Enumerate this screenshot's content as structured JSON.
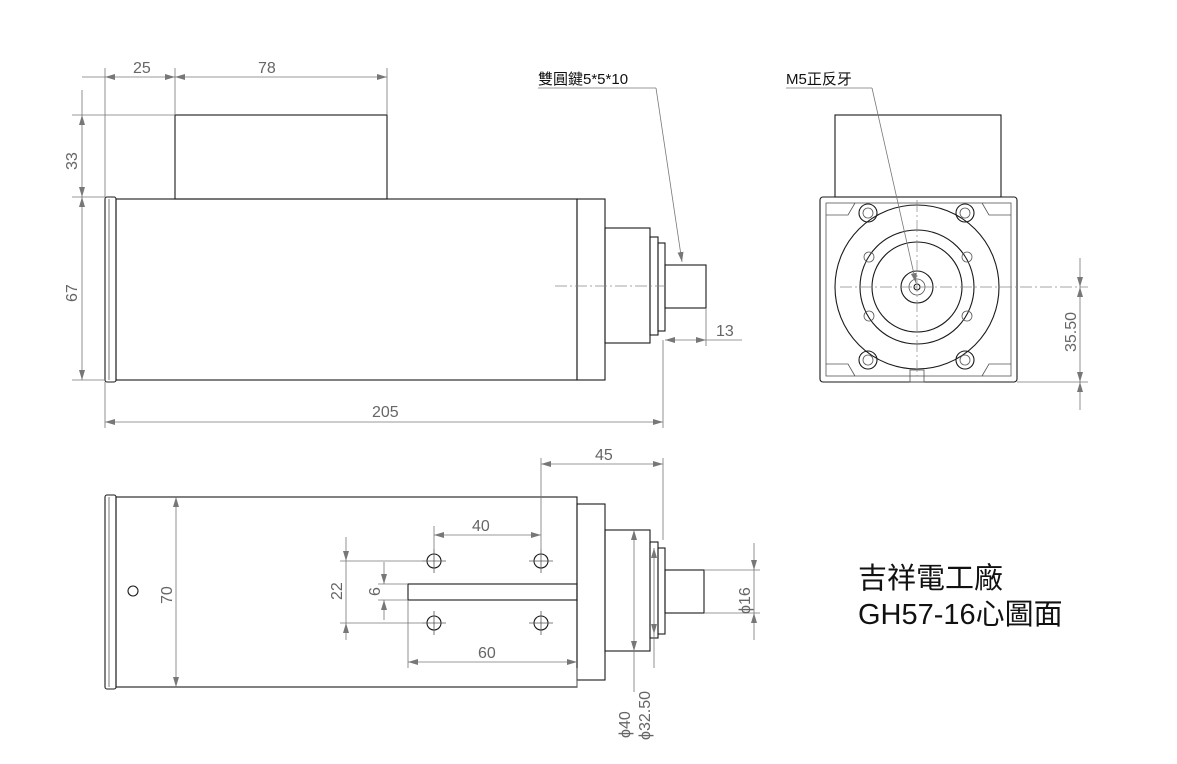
{
  "title": {
    "company": "吉祥電工廠",
    "model": "GH57-16心圖面"
  },
  "notes": {
    "key": "雙圓鍵5*5*10",
    "thread": "M5正反牙"
  },
  "dimensions": {
    "d25": "25",
    "d78": "78",
    "d33": "33",
    "d67": "67",
    "d205": "205",
    "d13": "13",
    "d35_50": "35.50",
    "d45": "45",
    "d40": "40",
    "d60": "60",
    "d22": "22",
    "d6": "6",
    "d70": "70",
    "dia16": "ϕ16",
    "dia40": "ϕ40",
    "dia32_50": "ϕ32.50"
  }
}
